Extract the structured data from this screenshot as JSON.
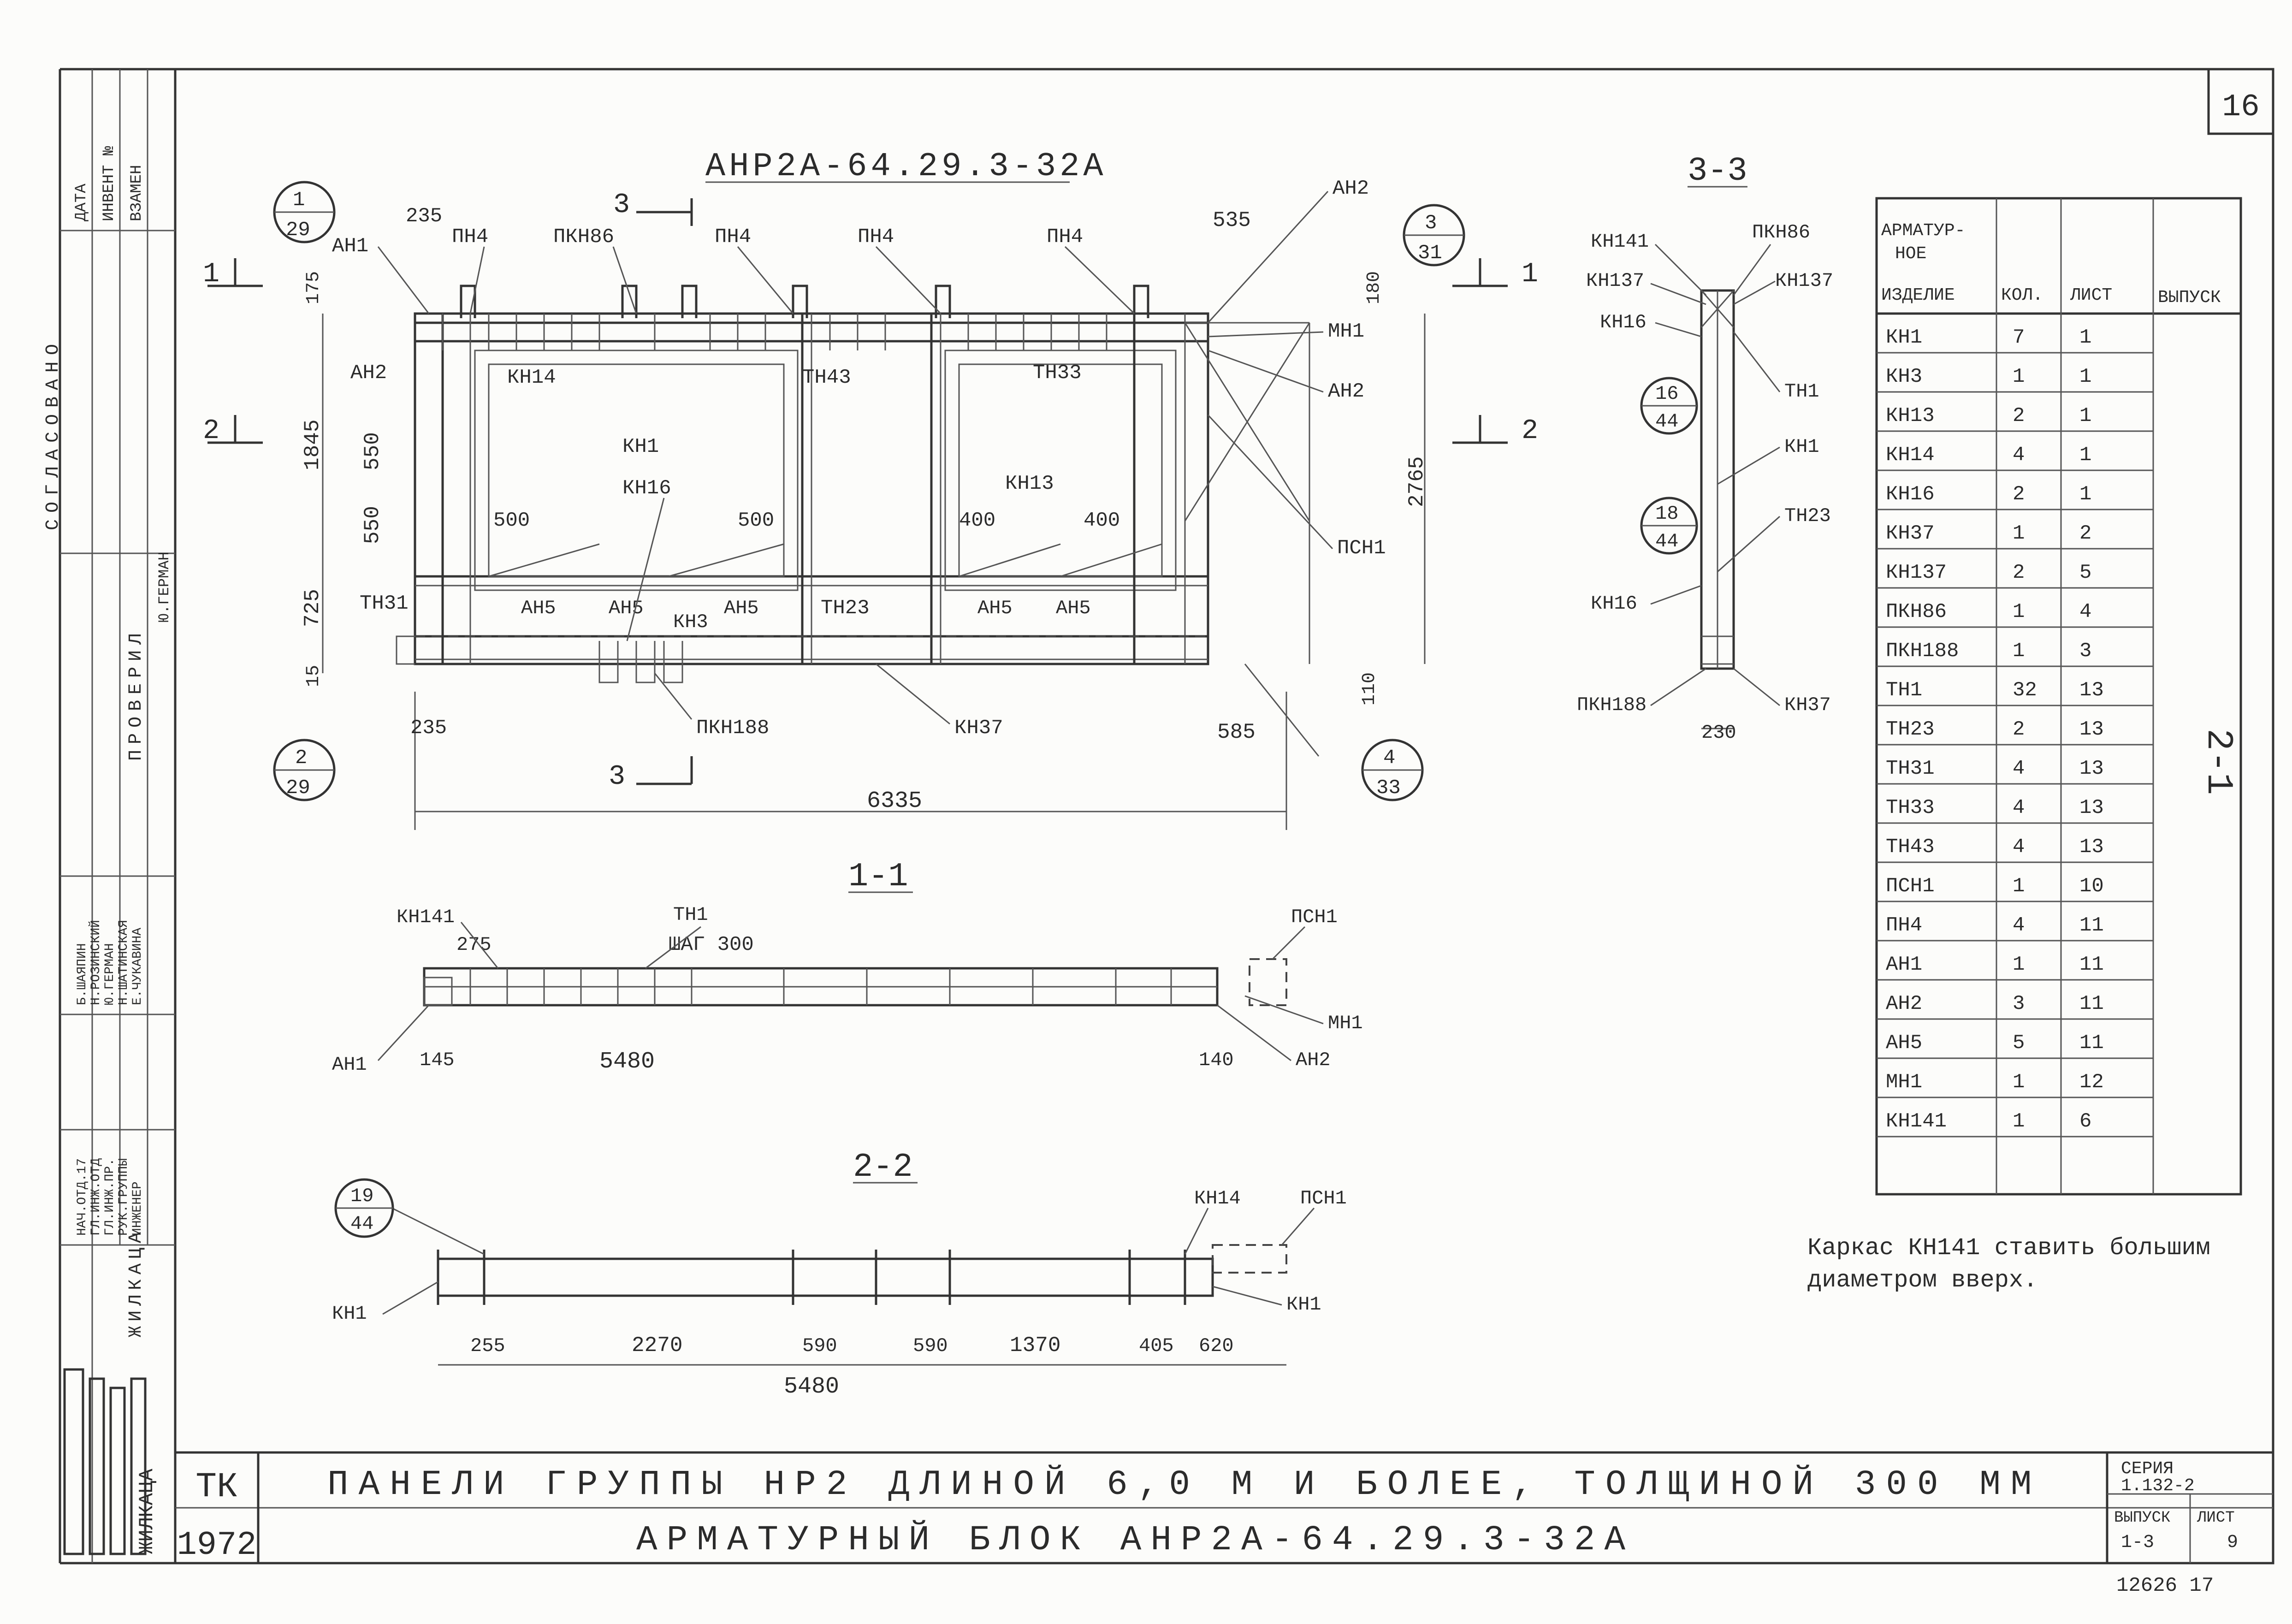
{
  "sheet_number": "16",
  "logo_text": "ЖИЛКАЦА",
  "strip": {
    "date_label": "ДАТА",
    "inv_label": "ИНВЕНТ №",
    "replace_label": "ВЗАМЕН",
    "agreed": "СОГЛАСОВАНО",
    "checked": "ПРОВЕРИЛ",
    "checker": "Ю.ГЕРМАН",
    "housing": "ЖИЛКАЦА",
    "names": [
      "Б.ШАЯПИН",
      "Н.РОЗИНСКИЙ",
      "Ю.ГЕРМАН",
      "Н.ШАТИНСКАЯ",
      "Е.ЧУКАВИНА"
    ],
    "roles": [
      "НАЧ.ОТД.17",
      "ГЛ.ИНЖ.ОТД",
      "ГЛ.ИНЖ.ПР.",
      "РУК.ГРУППЫ",
      "ИНЖЕНЕР"
    ]
  },
  "title_block": {
    "code": "ТК",
    "year": "1972",
    "line1": "ПАНЕЛИ ГРУППЫ НР2 ДЛИНОЙ 6,0 М И БОЛЕЕ, ТОЛЩИНОЙ 300 ММ",
    "line2": "АРМАТУРНЫЙ БЛОК АНР2А-64.29.3-32А",
    "series_label": "СЕРИЯ",
    "series_value": "1.132-2",
    "issue_label": "ВЫПУСК",
    "issue_value": "1-3",
    "sheet_label": "ЛИСТ",
    "sheet_value": "9",
    "archive": "12626 17"
  },
  "main": {
    "title": "АНР2А-64.29.3-32А",
    "dims": {
      "175": "175",
      "1845": "1845",
      "550a": "550",
      "550b": "550",
      "725": "725",
      "15": "15",
      "2765": "2765",
      "180": "180",
      "110": "110",
      "6335": "6335",
      "235top": "235",
      "235bot": "235",
      "535": "535",
      "585": "585",
      "500a": "500",
      "500b": "500",
      "400a": "400",
      "400b": "400"
    },
    "labels": {
      "an1": "АН1",
      "pn4": "ПН4",
      "pkn86": "ПКН86",
      "an2": "АН2",
      "kn14": "КН14",
      "tn43": "ТН43",
      "tn33": "ТН33",
      "kn1": "КН1",
      "kn16": "КН16",
      "kn13": "КН13",
      "mn1": "МН1",
      "psn1": "ПСН1",
      "tn31": "ТН31",
      "an5": "АН5",
      "tn23": "ТН23",
      "kn3": "КН3",
      "pkn188": "ПКН188",
      "kn37": "КН37"
    },
    "markers": {
      "s1": "1",
      "s2": "2",
      "s3": "3"
    },
    "callouts": {
      "c1": {
        "num": "1",
        "sheet": "29"
      },
      "c2": {
        "num": "3",
        "sheet": "31"
      },
      "c3": {
        "num": "2",
        "sheet": "29"
      },
      "c4": {
        "num": "4",
        "sheet": "33"
      }
    }
  },
  "section33": {
    "title": "3-3",
    "dim": "230",
    "labels": [
      "КН141",
      "КН137",
      "КН16",
      "ПКН86",
      "КН137",
      "ТН1",
      "КН1",
      "ТН23",
      "КН16",
      "ПКН188",
      "КН37"
    ],
    "callouts": [
      {
        "num": "16",
        "sheet": "44"
      },
      {
        "num": "18",
        "sheet": "44"
      }
    ]
  },
  "section11": {
    "title": "1-1",
    "dim_main": "5480",
    "dim_left": "275",
    "dim_145": "145",
    "dim_140": "140",
    "labels": [
      "КН141",
      "ТН1",
      "ШАГ 300",
      "ПСН1",
      "МН1",
      "АН1",
      "АН2"
    ]
  },
  "section22": {
    "title": "2-2",
    "dims": [
      "255",
      "2270",
      "590",
      "590",
      "1370",
      "405",
      "620"
    ],
    "dim_total": "5480",
    "labels": [
      "КН14",
      "ПСН1",
      "КН1",
      "КН1"
    ],
    "callout": {
      "num": "19",
      "sheet": "44"
    }
  },
  "note": {
    "line1": "Каркас КН141 ставить большим",
    "line2": "диаметром вверх."
  },
  "table": {
    "headers": {
      "item": [
        "АРМАТУР-",
        "НОЕ",
        "ИЗДЕЛИЕ"
      ],
      "qty": "КОЛ.",
      "sheet": "ЛИСТ",
      "issue": "ВЫПУСК"
    },
    "issue_value": "2-1",
    "rows": [
      [
        "КН1",
        "7",
        "1"
      ],
      [
        "КН3",
        "1",
        "1"
      ],
      [
        "КН13",
        "2",
        "1"
      ],
      [
        "КН14",
        "4",
        "1"
      ],
      [
        "КН16",
        "2",
        "1"
      ],
      [
        "КН37",
        "1",
        "2"
      ],
      [
        "КН137",
        "2",
        "5"
      ],
      [
        "ПКН86",
        "1",
        "4"
      ],
      [
        "ПКН188",
        "1",
        "3"
      ],
      [
        "ТН1",
        "32",
        "13"
      ],
      [
        "ТН23",
        "2",
        "13"
      ],
      [
        "ТН31",
        "4",
        "13"
      ],
      [
        "ТН33",
        "4",
        "13"
      ],
      [
        "ТН43",
        "4",
        "13"
      ],
      [
        "ПСН1",
        "1",
        "10"
      ],
      [
        "ПН4",
        "4",
        "11"
      ],
      [
        "АН1",
        "1",
        "11"
      ],
      [
        "АН2",
        "3",
        "11"
      ],
      [
        "АН5",
        "5",
        "11"
      ],
      [
        "МН1",
        "1",
        "12"
      ],
      [
        "КН141",
        "1",
        "6"
      ]
    ]
  }
}
